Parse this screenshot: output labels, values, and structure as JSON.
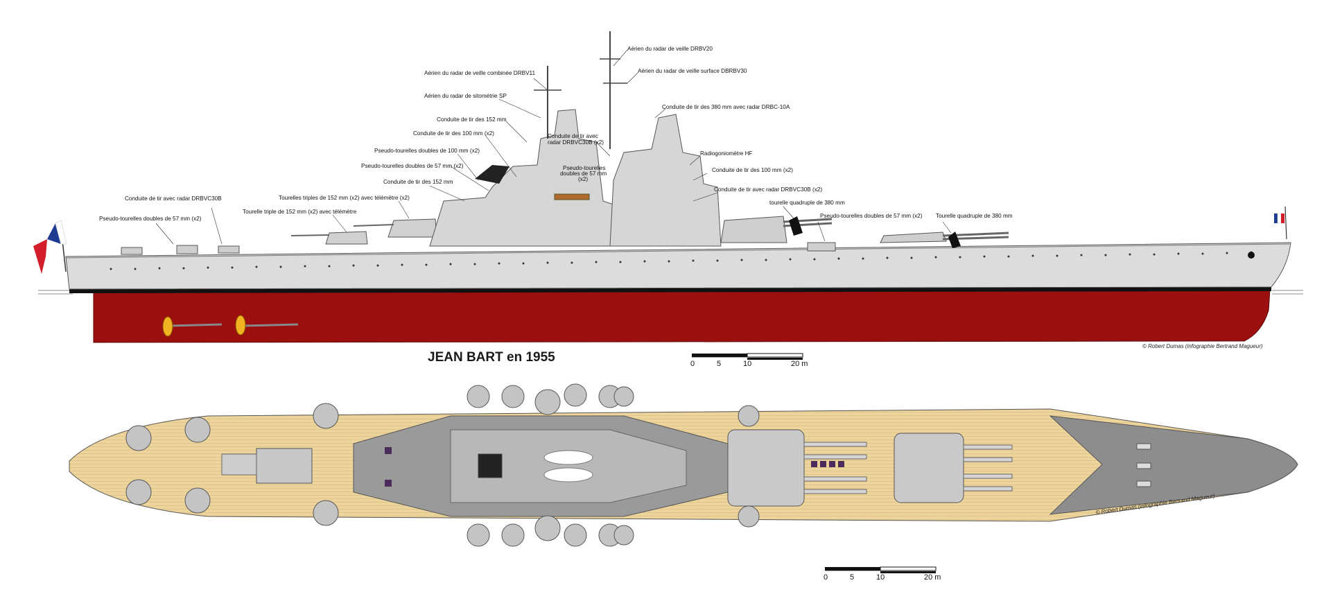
{
  "title": "JEAN BART en 1955",
  "credit_profile": "© Robert Dumas (infographie Bertrand Magueur)",
  "credit_plan": "© Robert Dumas (infographie Bertrand Magueur)",
  "scale_profile": {
    "l0": "0",
    "l5": "5",
    "l10": "10",
    "l20": "20 m"
  },
  "scale_plan": {
    "l0": "0",
    "l5": "5",
    "l10": "10",
    "l20": "20 m"
  },
  "callouts": {
    "drbv20": "Aérien du radar de veille DRBV20",
    "drbv11": "Aérien du radar de veille combinée DRBV11",
    "drbv30": "Aérien du radar de veille surface DBRBV30",
    "sitometrie": "Aérien du radar de sitométrie SP",
    "drbc10a": "Conduite de tir des 380 mm avec radar DRBC-10A",
    "cdt152_top": "Conduite de tir des 152 mm",
    "cdt100": "Conduite de tir des 100 mm (x2)",
    "cdt_drbvc30b_line1": "Conduite de tir avec",
    "cdt_drbvc30b_line2": "radar DRBVC30B (x2)",
    "pt100": "Pseudo-tourelles doubles de 100 mm (x2)",
    "radiogonio": "Radiogoniomètre HF",
    "pt57_mid": "Pseudo-tourelles doubles de 57 mm (x2)",
    "pt57_c_line1": "Pseudo-tourelles",
    "pt57_c_line2": "doubles de 57 mm",
    "pt57_c_line3": "(x2)",
    "cdt100_right": "Conduite de tir des 100 mm (x2)",
    "cdt152_mid": "Conduite de tir des 152 mm",
    "cdt_drbvc30b_right": "Conduite de tir avec radar DRBVC30B (x2)",
    "cdt_drbvc30b_left": "Conduite de tir avec radar DRBVC30B",
    "tourelles152": "Tourelles triples de 152 mm (x2) avec télémètre (x2)",
    "quad380_a": "tourelle quadruple de 380 mm",
    "pt57_left": "Pseudo-tourelles doubles de 57 mm (x2)",
    "tourelle152_tele": "Tourelle triple de 152 mm (x2) avec télémètre",
    "pt57_right": "Pseudo-tourelles doubles de 57 mm (x2)",
    "quad380_b": "Tourelle quadruple de 380 mm"
  },
  "colors": {
    "hull_grey": "#dcdcdc",
    "hull_red": "#9b0f0f",
    "deck_wood": "#ecd49c",
    "bow_grey": "#8d8d8d",
    "flag_blue": "#1f3a93",
    "flag_red": "#d21e2a"
  }
}
